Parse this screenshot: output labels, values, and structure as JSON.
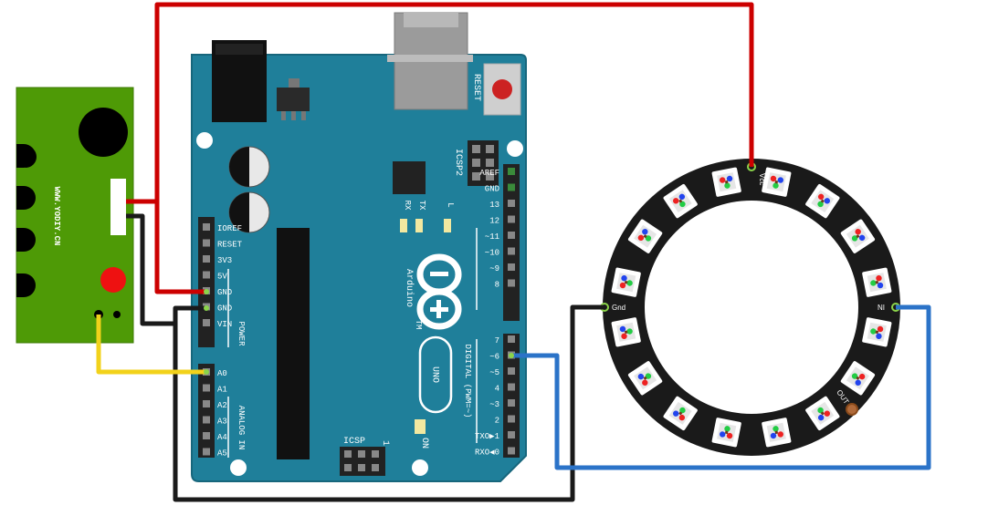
{
  "sensor_module": {
    "brand_text": "WWW.YODIY.CN"
  },
  "arduino": {
    "reset_label": "RESET",
    "icsp2_label": "ICSP2",
    "icsp_label": "ICSP",
    "icsp_pin1_label": "1",
    "tx_label": "TX",
    "rx_label": "RX",
    "l_label": "L",
    "on_label": "ON",
    "brand_label": "Arduino",
    "tm_label": "TM",
    "model_label": "UNO",
    "power_header_label": "POWER",
    "analog_header_label": "ANALOG IN",
    "digital_header_label": "DIGITAL (PWM=~)",
    "power_pins": [
      "IOREF",
      "RESET",
      "3V3",
      "5V",
      "GND",
      "GND",
      "VIN"
    ],
    "analog_pins": [
      "A0",
      "A1",
      "A2",
      "A3",
      "A4",
      "A5"
    ],
    "digital_pins_top": [
      "AREF",
      "GND",
      "13",
      "12",
      "~11",
      "~10",
      "~9",
      "8"
    ],
    "digital_pins_bottom": [
      "7",
      "~6",
      "~5",
      "4",
      "~3",
      "2",
      "TXO▶1",
      "RXO◀0"
    ]
  },
  "led_ring": {
    "vcc_label": "Vcc",
    "gnd_label": "Gnd",
    "ni_label": "NI",
    "out_label": "OUT",
    "pixel_count": 16
  },
  "colors": {
    "board": "#1f7f9a",
    "sensor_pcb": "#4e9a06",
    "ring": "#1a1a1a",
    "wire_red": "#cc0000",
    "wire_black": "#1a1a1a",
    "wire_yellow": "#f2d21b",
    "wire_blue": "#2b73c8"
  }
}
